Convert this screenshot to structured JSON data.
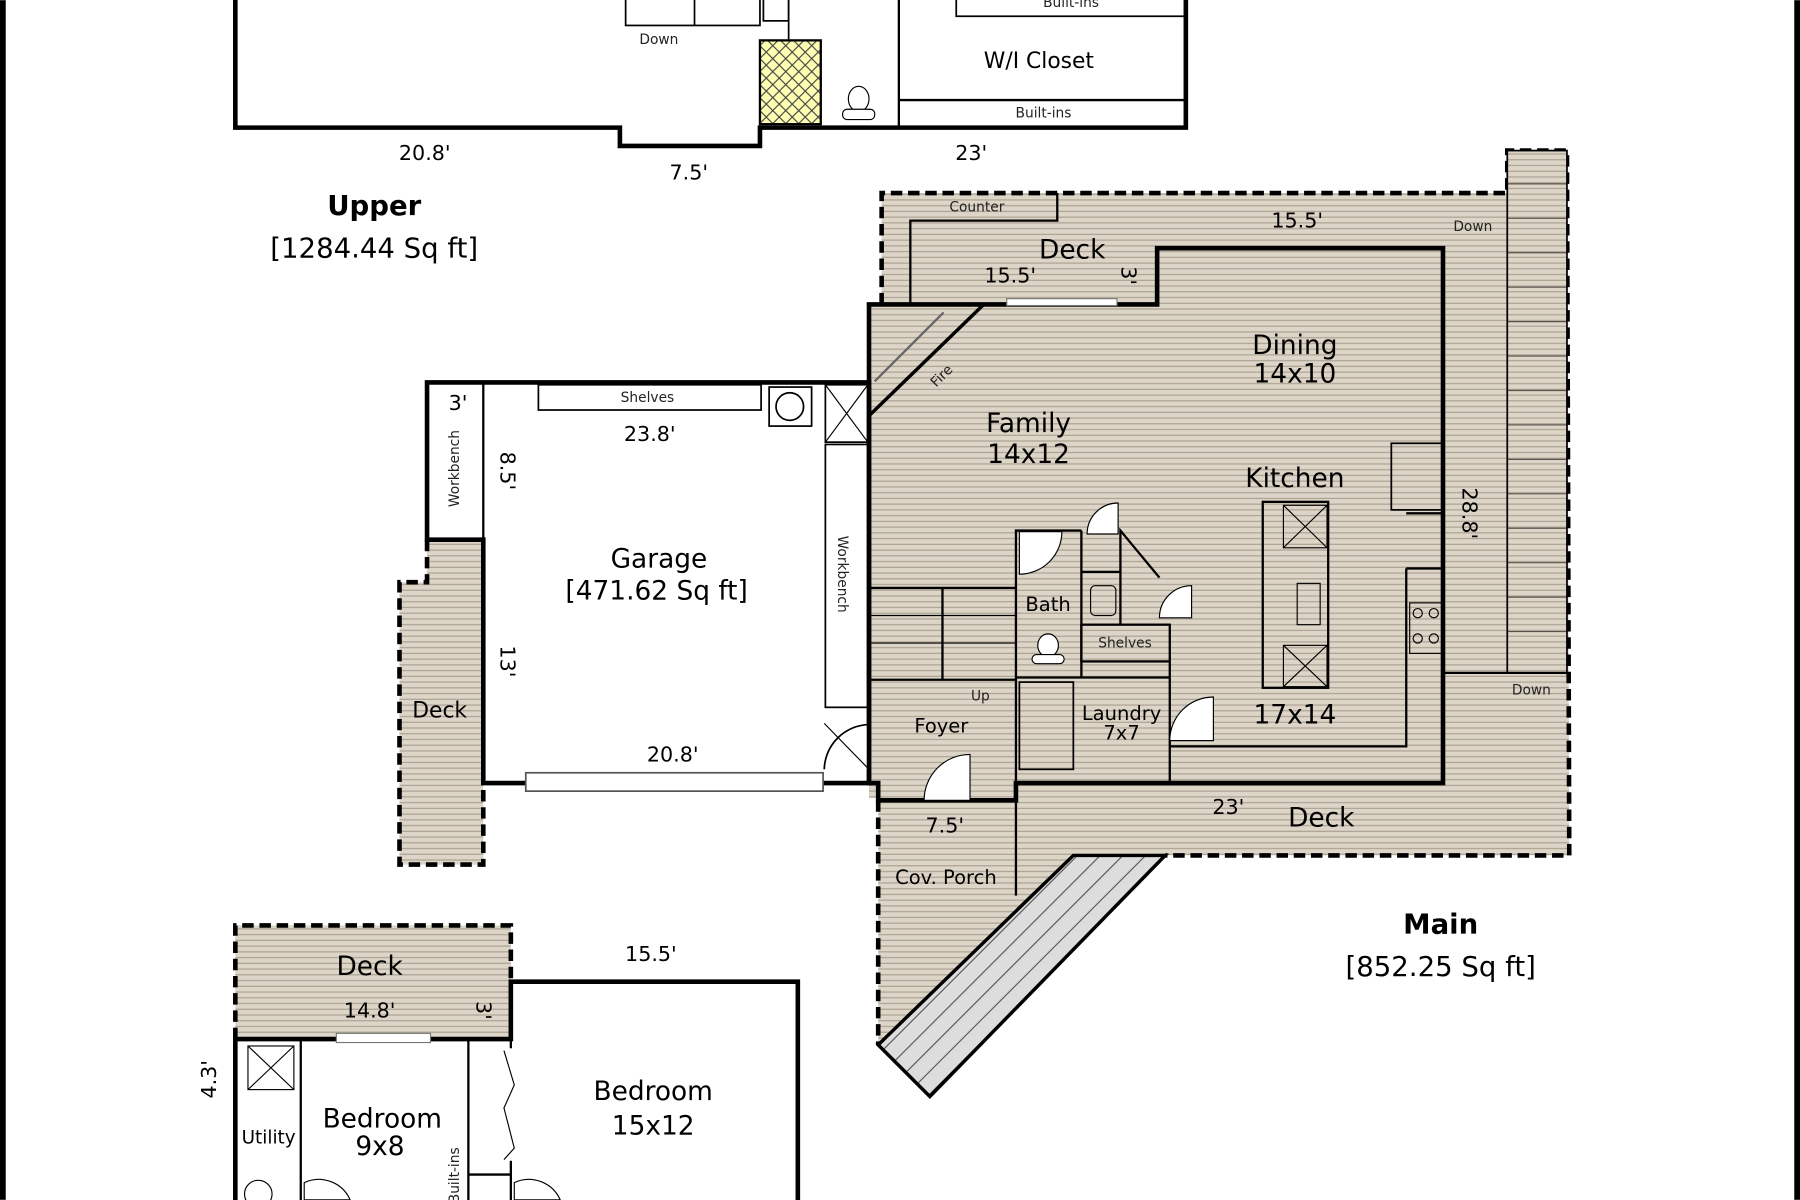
{
  "colors": {
    "upper": "#ffffb3",
    "main": "#ffffb3",
    "garage": "#bfffbf",
    "lower": "#fddbc7",
    "deck": "#d9d0c1"
  },
  "upper": {
    "title": "Upper",
    "area": "[1284.44 Sq ft]",
    "labels": {
      "down": "Down",
      "closet": "W/I Closet",
      "builtins_top": "Built-ins",
      "builtins_bottom": "Built-ins"
    },
    "dims": {
      "d1": "20.8'",
      "d2": "7.5'",
      "d3": "23'"
    }
  },
  "main": {
    "title": "Main",
    "area": "[852.25 Sq ft]",
    "rooms": {
      "family": {
        "name": "Family",
        "size": "14x12"
      },
      "dining": {
        "name": "Dining",
        "size": "14x10"
      },
      "kitchen": {
        "name": "Kitchen",
        "size": "17x14"
      },
      "bath": {
        "name": "Bath"
      },
      "laundry": {
        "name": "Laundry",
        "size": "7x7"
      },
      "foyer": {
        "name": "Foyer"
      },
      "deck_top": {
        "name": "Deck"
      },
      "deck_bottom": {
        "name": "Deck"
      },
      "porch": {
        "name": "Cov. Porch"
      }
    },
    "labels": {
      "counter": "Counter",
      "fire": "Fire",
      "down1": "Down",
      "down2": "Down",
      "up": "Up",
      "shelves": "Shelves"
    },
    "dims": {
      "deck_outer": "15.5'",
      "deck_inner": "15.5'",
      "deck_depth": "3'",
      "side": "28.8'",
      "bottom": "23'",
      "porch": "7.5'"
    }
  },
  "garage": {
    "name": "Garage",
    "area": "[471.62 Sq ft]",
    "labels": {
      "shelves": "Shelves",
      "workbench_left": "Workbench",
      "workbench_right": "Workbench",
      "deck": "Deck"
    },
    "dims": {
      "top": "23.8'",
      "bottom": "20.8'",
      "left_upper": "8.5'",
      "left_lower": "13'",
      "bench": "3'"
    }
  },
  "lower": {
    "rooms": {
      "deck": {
        "name": "Deck"
      },
      "bedroom_small": {
        "name": "Bedroom",
        "size": "9x8"
      },
      "bedroom_large": {
        "name": "Bedroom",
        "size": "15x12"
      },
      "utility": {
        "name": "Utility"
      }
    },
    "labels": {
      "builtins": "Built-ins"
    },
    "dims": {
      "deck_width": "14.8'",
      "deck_depth": "3'",
      "top": "15.5'",
      "side": "4.3'"
    }
  }
}
